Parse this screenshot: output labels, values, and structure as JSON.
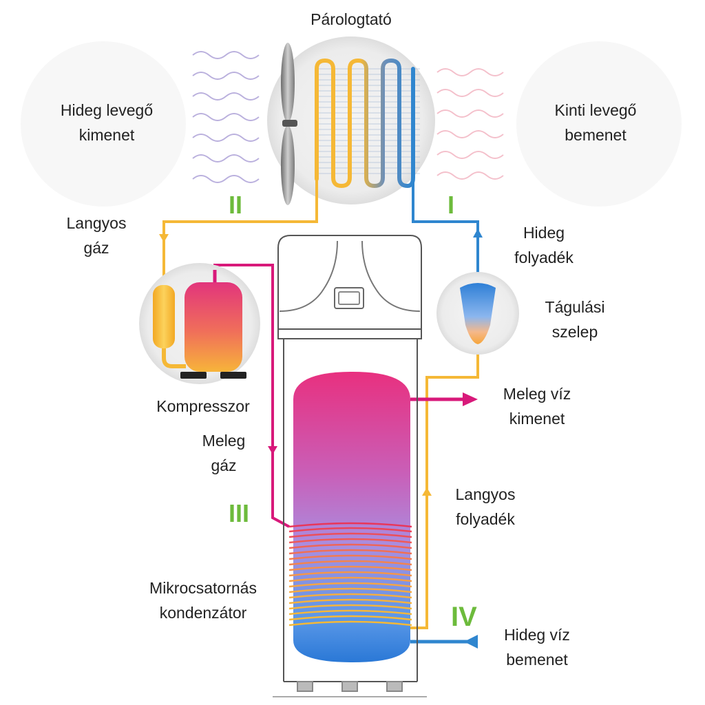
{
  "diagram": {
    "evaporator": "Párologtató",
    "cold_air_out": [
      "Hideg levegő",
      "kimenet"
    ],
    "outside_air_in": [
      "Kinti levegő",
      "bemenet"
    ],
    "warm_gas": [
      "Langyos",
      "gáz"
    ],
    "cold_liquid": [
      "Hideg",
      "folyadék"
    ],
    "expansion_valve": [
      "Tágulási",
      "szelep"
    ],
    "compressor": "Kompresszor",
    "hot_water_out": [
      "Meleg víz",
      "kimenet"
    ],
    "hot_gas": [
      "Meleg",
      "gáz"
    ],
    "warm_liquid": [
      "Langyos",
      "folyadék"
    ],
    "condenser": [
      "Mikrocsatornás",
      "kondenzátor"
    ],
    "cold_water_in": [
      "Hideg víz",
      "bemenet"
    ],
    "stages": {
      "one": "I",
      "two": "II",
      "three": "III",
      "four": "IV"
    }
  },
  "colors": {
    "warm_pipe": "#f5b836",
    "cold_pipe": "#2f86cf",
    "hot_pipe": "#d8197a",
    "stage_label": "#6dbb3c"
  }
}
